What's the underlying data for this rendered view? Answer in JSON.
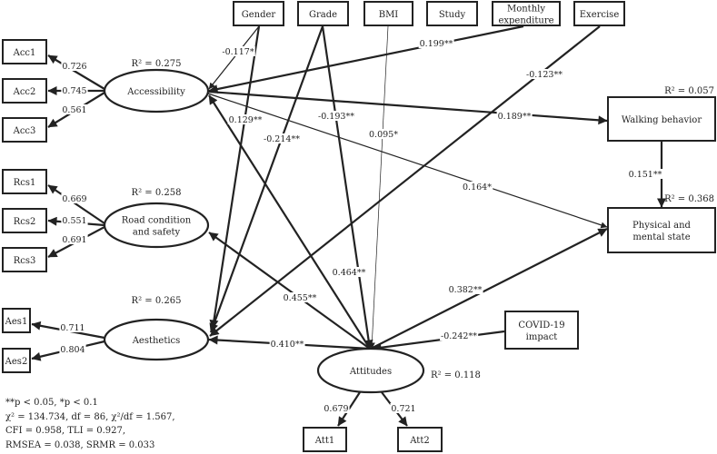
{
  "colors": {
    "line": "#222222",
    "background": "#ffffff"
  },
  "nodes": {
    "gender": {
      "label": "Gender"
    },
    "grade": {
      "label": "Grade"
    },
    "bmi": {
      "label": "BMI"
    },
    "study": {
      "label": "Study"
    },
    "monthly": {
      "label": [
        "Monthly",
        "expenditure"
      ]
    },
    "exercise": {
      "label": "Exercise"
    },
    "acc1": {
      "label": "Acc1"
    },
    "acc2": {
      "label": "Acc2"
    },
    "acc3": {
      "label": "Acc3"
    },
    "rcs1": {
      "label": "Rcs1"
    },
    "rcs2": {
      "label": "Rcs2"
    },
    "rcs3": {
      "label": "Rcs3"
    },
    "aes1": {
      "label": "Aes1"
    },
    "aes2": {
      "label": "Aes2"
    },
    "att1": {
      "label": "Att1"
    },
    "att2": {
      "label": "Att2"
    },
    "accessibility": {
      "label": "Accessibility",
      "r2": "R² = 0.275"
    },
    "road": {
      "label": [
        "Road condition",
        "and safety"
      ],
      "r2": "R² = 0.258"
    },
    "aesthetics": {
      "label": "Aesthetics",
      "r2": "R² = 0.265"
    },
    "attitudes": {
      "label": "Attitudes",
      "r2": "R² = 0.118"
    },
    "walking": {
      "label": "Walking behavior",
      "r2": "R² = 0.057"
    },
    "physical": {
      "label": [
        "Physical and",
        "mental state"
      ],
      "r2": "R² = 0.368"
    },
    "covid": {
      "label": [
        "COVID-19",
        "impact"
      ]
    }
  },
  "paths": [
    {
      "from": "accessibility",
      "to": "acc1",
      "coef": "0.726"
    },
    {
      "from": "accessibility",
      "to": "acc2",
      "coef": "0.745"
    },
    {
      "from": "accessibility",
      "to": "acc3",
      "coef": "0.561"
    },
    {
      "from": "road",
      "to": "rcs1",
      "coef": "0.669"
    },
    {
      "from": "road",
      "to": "rcs2",
      "coef": "0.551"
    },
    {
      "from": "road",
      "to": "rcs3",
      "coef": "0.691"
    },
    {
      "from": "aesthetics",
      "to": "aes1",
      "coef": "0.711"
    },
    {
      "from": "aesthetics",
      "to": "aes2",
      "coef": "0.804"
    },
    {
      "from": "attitudes",
      "to": "att1",
      "coef": "0.679"
    },
    {
      "from": "attitudes",
      "to": "att2",
      "coef": "0.721"
    },
    {
      "from": "gender",
      "to": "accessibility",
      "coef": "-0.117*"
    },
    {
      "from": "gender",
      "to": "aesthetics",
      "coef": "0.129**"
    },
    {
      "from": "grade",
      "to": "aesthetics",
      "coef": "-0.214**"
    },
    {
      "from": "grade",
      "to": "attitudes",
      "coef": "-0.193**"
    },
    {
      "from": "bmi",
      "to": "attitudes",
      "coef": "0.095*"
    },
    {
      "from": "monthly",
      "to": "accessibility",
      "coef": "0.199**"
    },
    {
      "from": "exercise",
      "to": "aesthetics",
      "coef": "-0.123**"
    },
    {
      "from": "accessibility",
      "to": "walking",
      "coef": "0.189**"
    },
    {
      "from": "accessibility",
      "to": "physical",
      "coef": "0.164*"
    },
    {
      "from": "attitudes",
      "to": "accessibility",
      "coef": "0.464**"
    },
    {
      "from": "attitudes",
      "to": "road",
      "coef": "0.455**"
    },
    {
      "from": "attitudes",
      "to": "aesthetics",
      "coef": "0.410**"
    },
    {
      "from": "attitudes",
      "to": "physical",
      "coef": "0.382**"
    },
    {
      "from": "covid",
      "to": "attitudes",
      "coef": "-0.242**"
    },
    {
      "from": "walking",
      "to": "physical",
      "coef": "0.151**"
    }
  ],
  "fit_stats": [
    "**p < 0.05, *p < 0.1",
    "χ² = 134.734, df = 86, χ²/df = 1.567,",
    "CFI = 0.958, TLI = 0.927,",
    "RMSEA = 0.038, SRMR = 0.033"
  ]
}
